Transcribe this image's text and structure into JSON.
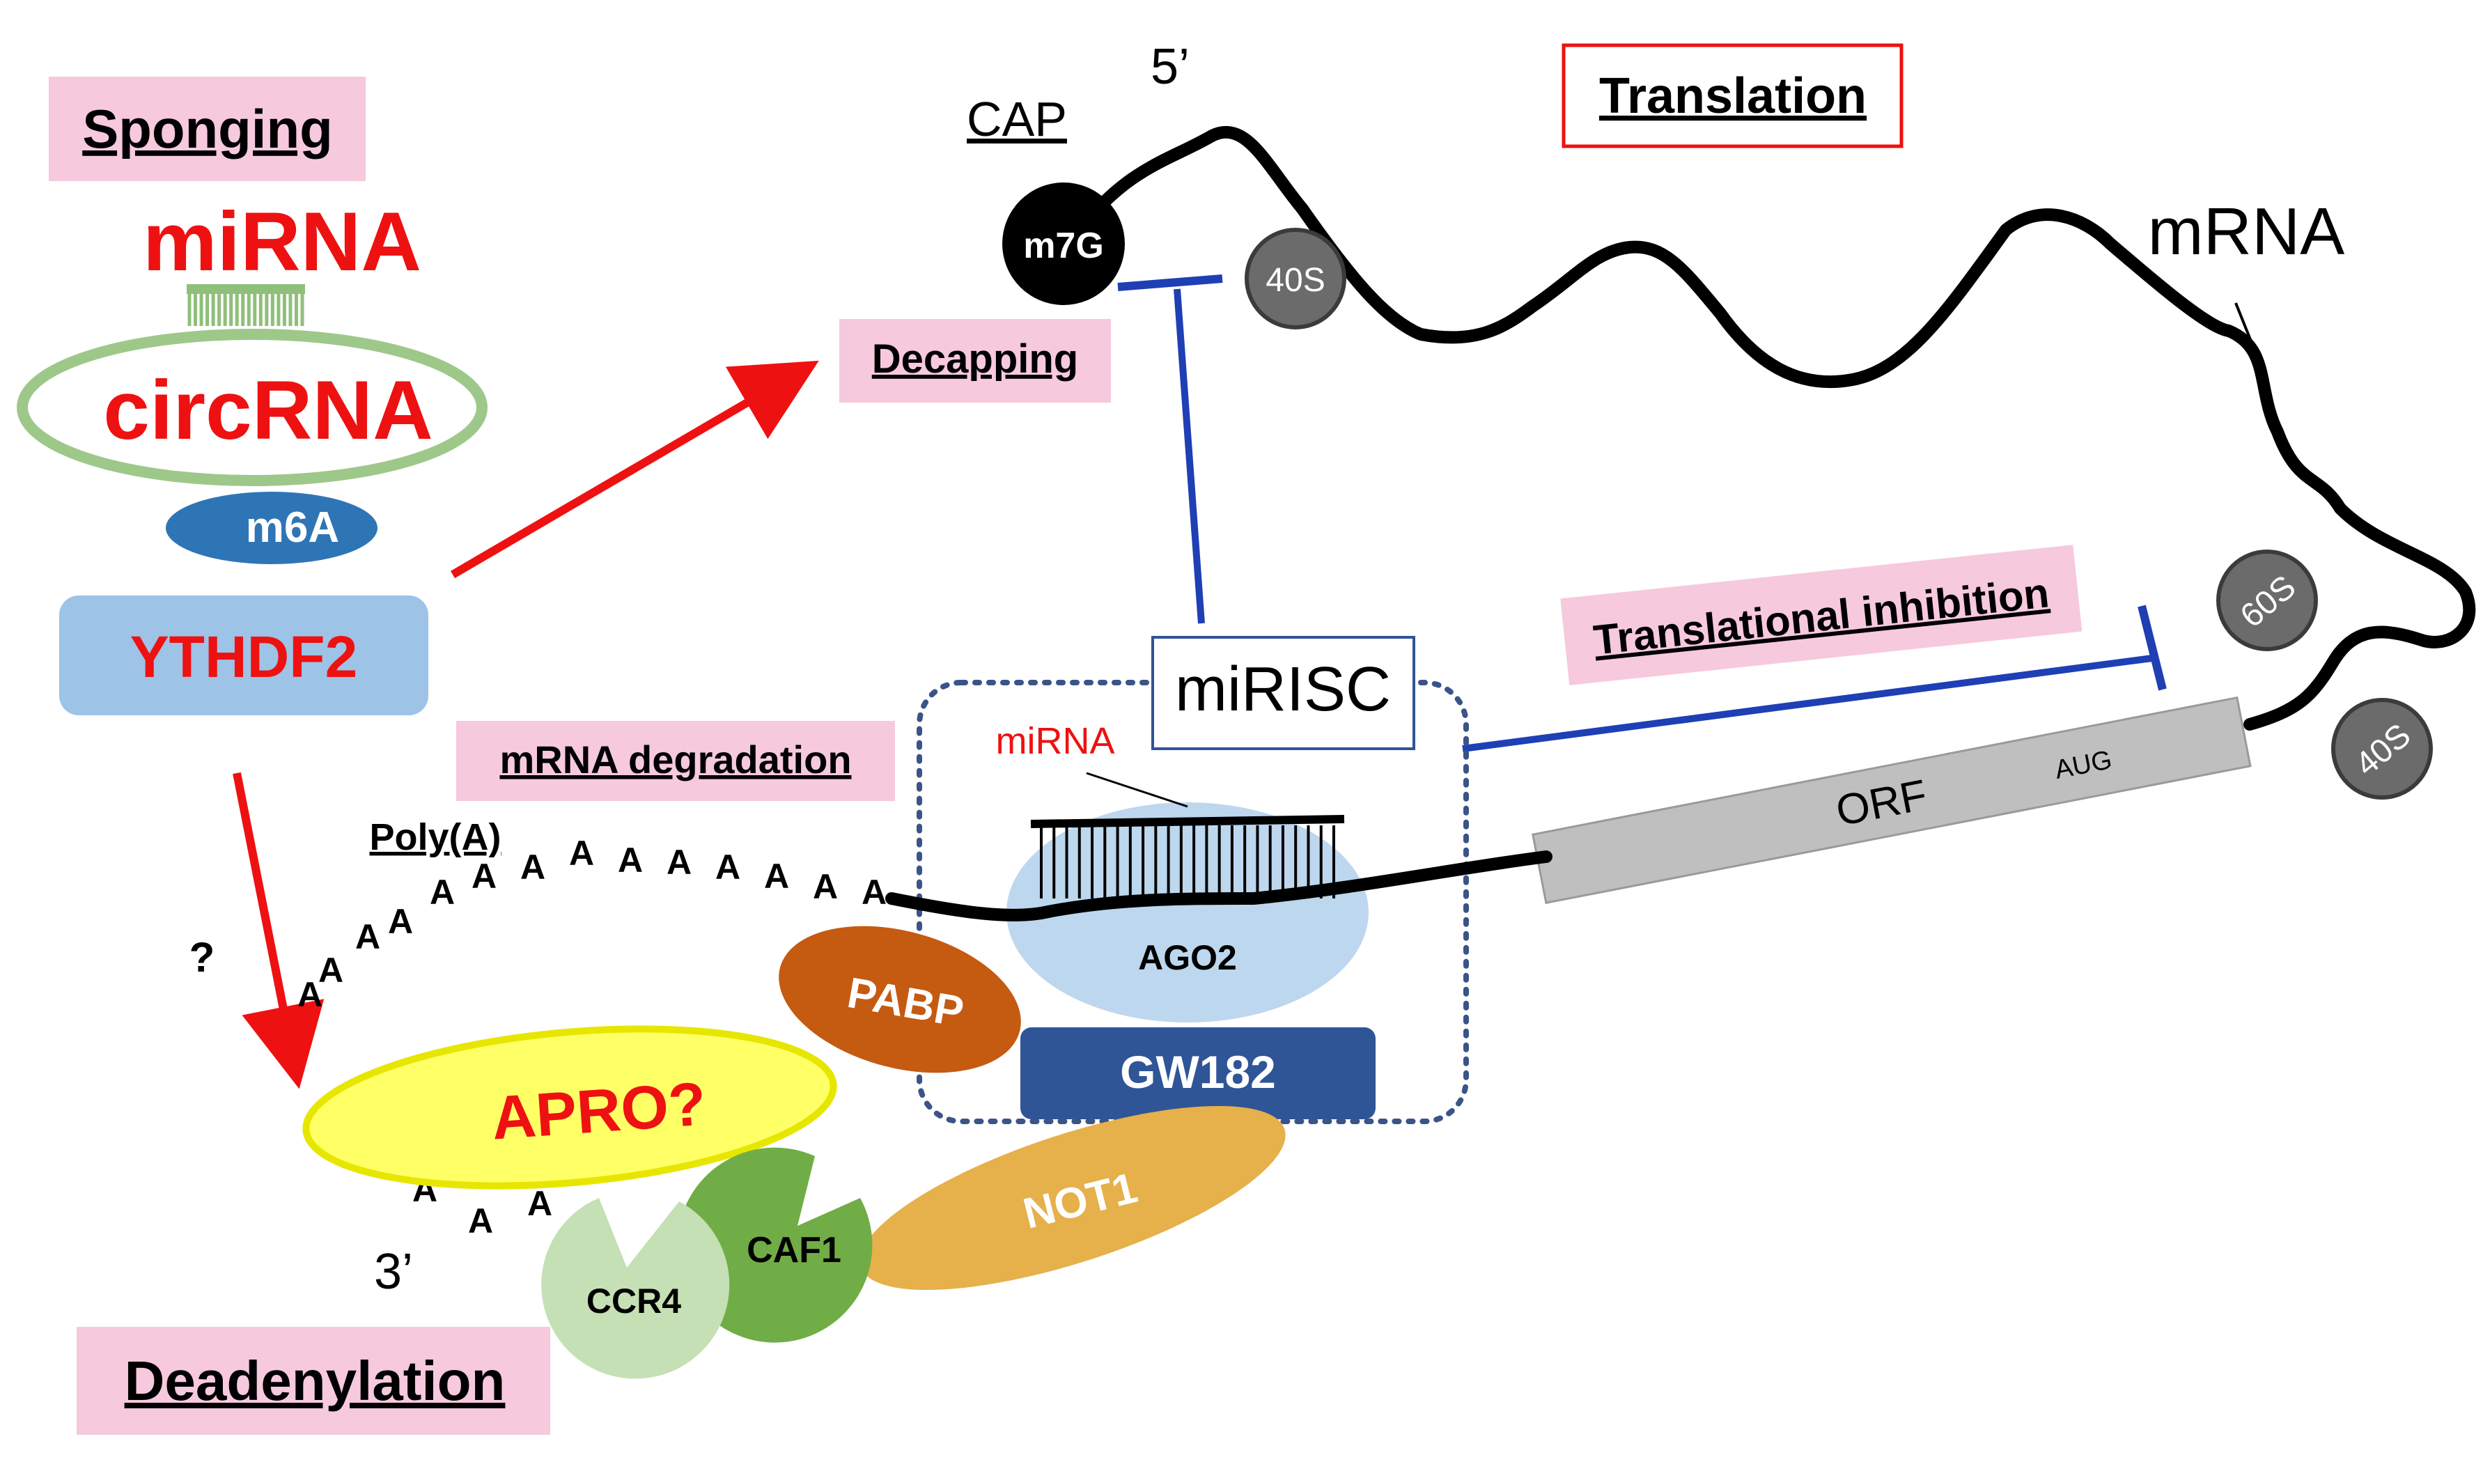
{
  "labels": {
    "sponging": "Sponging",
    "mirna_top": "miRNA",
    "circrna": "circRNA",
    "m6a": "m6A",
    "ythdf2": "YTHDF2",
    "question": "?",
    "decapping": "Decapping",
    "cap": "CAP",
    "five_prime": "5’",
    "m7g": "m7G",
    "forty_s_top": "40S",
    "translation": "Translation",
    "mrna": "mRNA",
    "translational_inhibition": "Translational inhibition",
    "sixty_s": "60S",
    "forty_s_right": "40S",
    "mirisc": "miRISC",
    "mirna_complex": "miRNA",
    "mrna_degradation": "mRNA degradation",
    "polya": "Poly(A)",
    "orf": "ORF",
    "aug": "AUG",
    "ago2": "AGO2",
    "pabp": "PABP",
    "gw182": "GW182",
    "apro": "APRO?",
    "not1": "NOT1",
    "caf1": "CAF1",
    "ccr4": "CCR4",
    "three_prime": "3’",
    "deadenylation": "Deadenylation",
    "poly_a_letters": [
      "A",
      "A",
      "A",
      "A",
      "A",
      "A",
      "A",
      "A",
      "A",
      "A",
      "A",
      "A",
      "A",
      "A",
      "A",
      "A",
      "A",
      "A"
    ]
  },
  "colors": {
    "red": "#ee1111",
    "pink_bg": "#f6c9dc",
    "blue_line": "#1f3fb4",
    "circ_green": "#8fbf7a",
    "m6a_blue": "#2e75b6",
    "ythdf2_bg": "#9dc3e6",
    "ago2_bg": "#bdd7ee",
    "pabp": "#c55a11",
    "gw182": "#2f5597",
    "apro": "#ffff66",
    "not1": "#e6b04a",
    "caf1": "#70ad47",
    "ccr4": "#c5e0b4",
    "ribosome": "#6b6b6b",
    "orf_gray": "#bfbfbf"
  }
}
